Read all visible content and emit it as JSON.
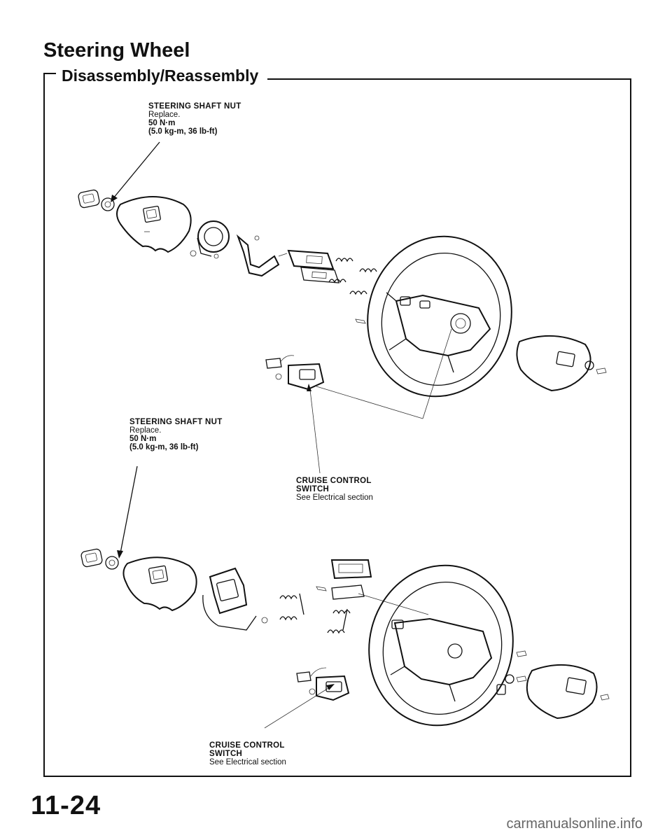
{
  "title": "Steering Wheel",
  "section": "Disassembly/Reassembly",
  "callouts": {
    "upper_nut": {
      "name": "STEERING SHAFT NUT",
      "note": "Replace.",
      "torque": "50 N·m",
      "torque_alt": "(5.0 kg-m, 36 lb-ft)"
    },
    "lower_nut": {
      "name": "STEERING SHAFT NUT",
      "note": "Replace.",
      "torque": "50 N·m",
      "torque_alt": "(5.0 kg-m, 36 lb-ft)"
    },
    "upper_switch": {
      "name_line1": "CRUISE CONTROL",
      "name_line2": "SWITCH",
      "note": "See Electrical section"
    },
    "lower_switch": {
      "name_line1": "CRUISE CONTROL",
      "name_line2": "SWITCH",
      "note": "See Electrical section"
    }
  },
  "page_number": "11-24",
  "watermark": "carmanualsonline.info"
}
